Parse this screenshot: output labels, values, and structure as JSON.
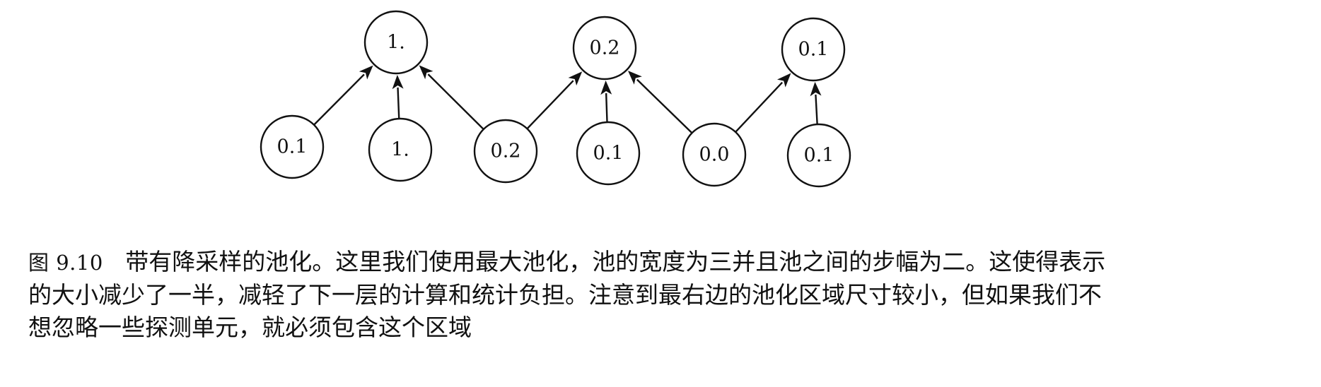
{
  "diagram": {
    "top_nodes": [
      "1.",
      "0.2",
      "0.1"
    ],
    "bottom_nodes": [
      "0.1",
      "1.",
      "0.2",
      "0.1",
      "0.0",
      "0.1"
    ],
    "edges": [
      [
        0,
        0
      ],
      [
        1,
        0
      ],
      [
        2,
        0
      ],
      [
        2,
        1
      ],
      [
        3,
        1
      ],
      [
        4,
        1
      ],
      [
        4,
        2
      ],
      [
        5,
        2
      ]
    ]
  },
  "caption": {
    "figure_label": "图 9.10",
    "line1": "带有降采样的池化。这里我们使用最大池化，池的宽度为三并且池之间的步幅为二。这使得表示",
    "line2": "的大小减少了一半，减轻了下一层的计算和统计负担。注意到最右边的池化区域尺寸较小，但如果我们不",
    "line3": "想忽略一些探测单元，就必须包含这个区域"
  }
}
